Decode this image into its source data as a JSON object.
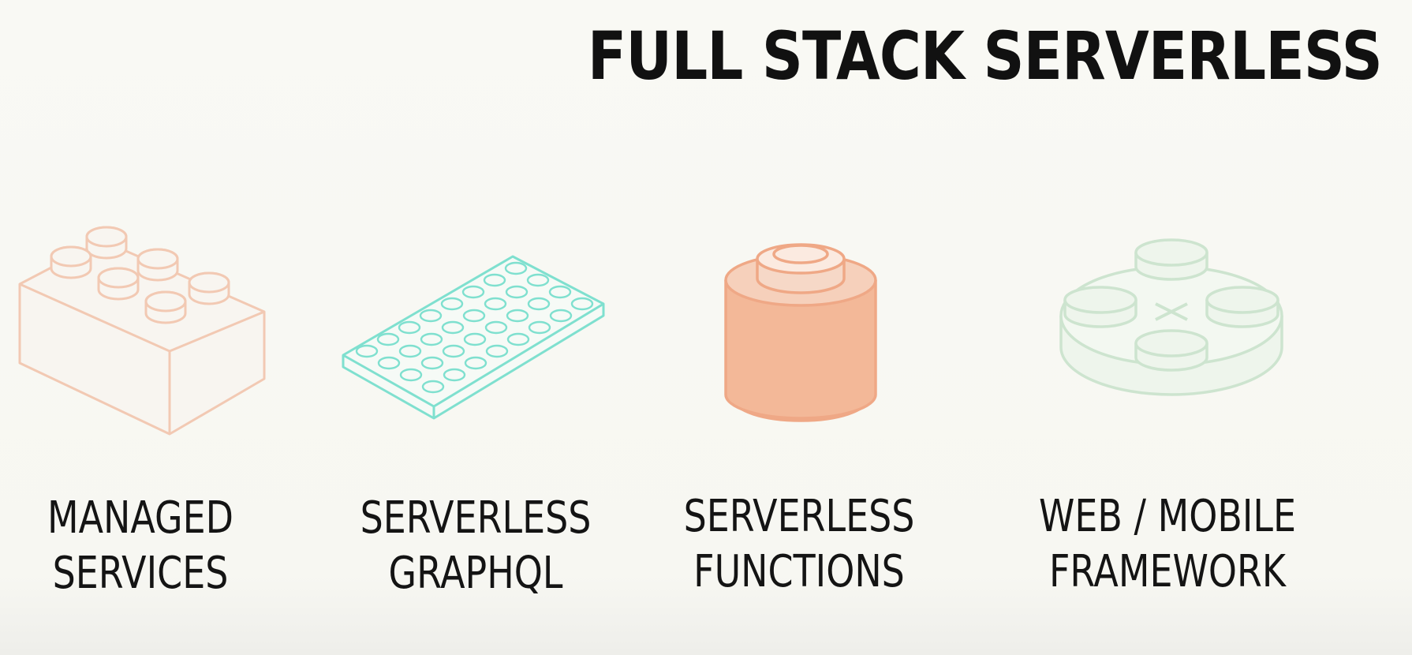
{
  "slide": {
    "title": "FULL STACK SERVERLESS",
    "items": [
      {
        "icon": "lego-2x3-brick-icon",
        "color": "#f2c9b3",
        "line1": "MANAGED",
        "line2": "SERVICES"
      },
      {
        "icon": "lego-flat-plate-icon",
        "color": "#7fe0cf",
        "line1": "SERVERLESS",
        "line2": "GRAPHQL"
      },
      {
        "icon": "lego-round-brick-icon",
        "color": "#efa886",
        "line1": "SERVERLESS",
        "line2": "FUNCTIONS"
      },
      {
        "icon": "lego-round-plate-icon",
        "color": "#cde4cf",
        "line1": "WEB / MOBILE",
        "line2": "FRAMEWORK"
      }
    ]
  }
}
